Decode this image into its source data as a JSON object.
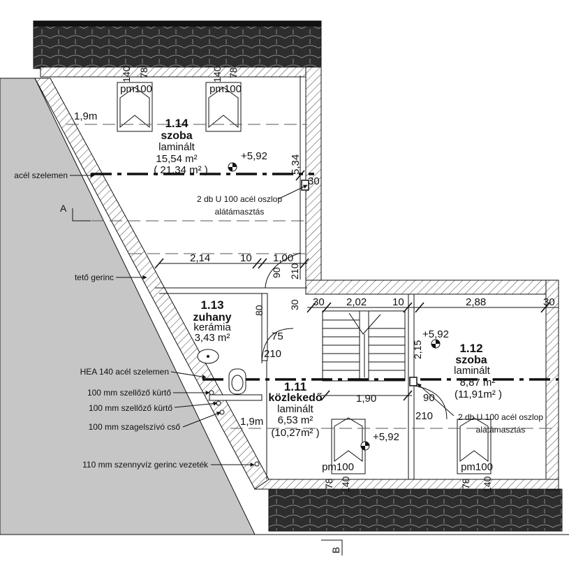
{
  "colors": {
    "roof_tile_bg": "#2d2d2d",
    "roof_tile_line": "#8a8a8a",
    "slope_fill": "#c6c6c6",
    "ink": "#111111"
  },
  "rooms": {
    "r114": {
      "number": "1.14",
      "name": "szoba",
      "floor": "laminált",
      "area": "15,54 m²",
      "area_alt": "( 21,34 m² )",
      "level": "+5,92"
    },
    "r113": {
      "number": "1.13",
      "name": "zuhany",
      "floor": "kerámia",
      "area": "3,43 m²"
    },
    "r111": {
      "number": "1.11",
      "name": "közlekedő",
      "floor": "laminált",
      "area": "6,53 m²",
      "area_alt": "(10,27m² )",
      "level": "+5,92"
    },
    "r112": {
      "number": "1.12",
      "name": "szoba",
      "floor": "laminált",
      "area": "8,87 m²",
      "area_alt": "(11,91m² )",
      "level": "+5,92"
    }
  },
  "dimensions": {
    "d_1_9m_top": "1,9m",
    "d_1_9m_bottom": "1,9m",
    "d_5_34": "5,34",
    "d_30_right": "30",
    "d_2_14": "2,14",
    "d_10_a": "10",
    "d_1_00": "1,00",
    "d_90_a": "90",
    "d_210_a": "210",
    "d_30_a": "30",
    "d_30_b": "30",
    "d_2_02": "2,02",
    "d_10_b": "10",
    "d_2_88": "2,88",
    "d_30_c": "30",
    "d_80": "80",
    "d_75": "75",
    "d_210_b": "210",
    "d_2_15": "2,15",
    "d_1_90": "1,90",
    "d_90_b": "90",
    "d_210_c": "210",
    "win_140_a": "140",
    "win_78_a": "78",
    "win_140_b": "140",
    "win_78_b": "78",
    "win_78_c": "78",
    "win_140_c": "140",
    "win_78_d": "78",
    "win_140_d": "140"
  },
  "windows": {
    "pm1": "pm100",
    "pm2": "pm100",
    "pm3": "pm100",
    "pm4": "pm100"
  },
  "annotations": {
    "acel_szelemen": "acél szelemen",
    "teto_gerinc": "tető gerinc",
    "hea_140": "HEA 140 acél szelemen",
    "szellozo_1": "100 mm szellőző kürtő",
    "szellozo_2": "100 mm szellőző kürtő",
    "szagelszivo": "100 mm szagelszívó cső",
    "szennyviz": "110 mm szennyvíz gerinc vezeték",
    "oszlop_1_line1": "2 db U 100 acél oszlop",
    "oszlop_1_line2": "alátámasztás",
    "oszlop_2_line1": "2 db U 100 acél oszlop",
    "oszlop_2_line2": "alátámasztás"
  },
  "sections": {
    "a": "A",
    "b": "B"
  }
}
